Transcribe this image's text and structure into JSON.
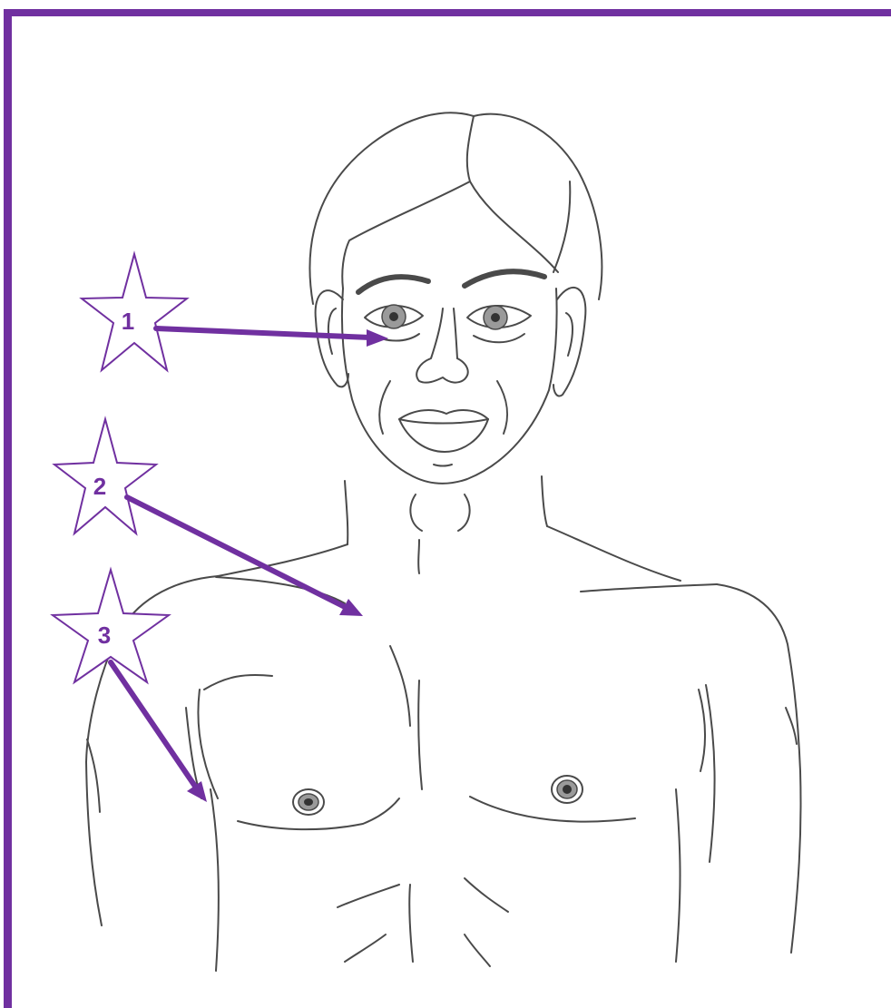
{
  "colors": {
    "accent": "#7030a0",
    "line": "#4a4a4a",
    "iris": "#9a9a9a",
    "pupil": "#333333",
    "paper": "#ffffff",
    "page_edge": "#e6e6e6"
  },
  "markers": [
    {
      "label": "1",
      "target": "under-eye"
    },
    {
      "label": "2",
      "target": "upper-chest"
    },
    {
      "label": "3",
      "target": "side-of-chest"
    }
  ],
  "illustration": {
    "subject": "front-view-torso-line-drawing"
  }
}
